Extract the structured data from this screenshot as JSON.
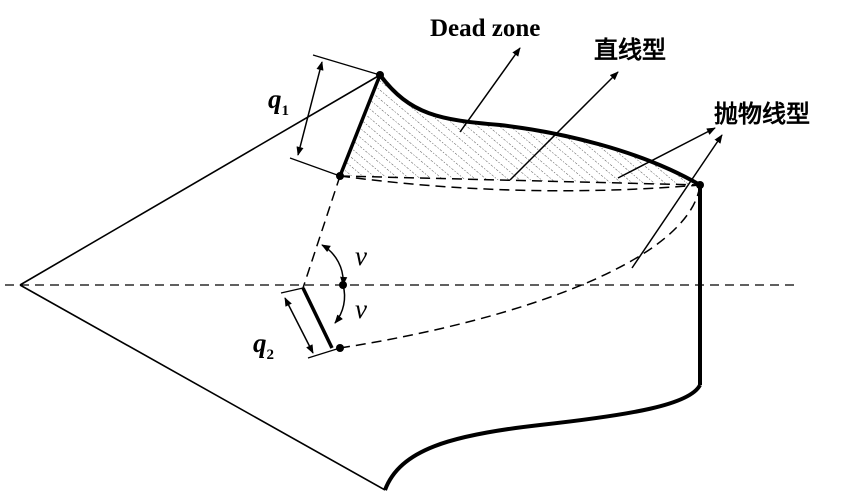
{
  "labels": {
    "dead_zone": "Dead zone",
    "straight_type": "直线型",
    "parabolic_type": "抛物线型",
    "q1_main": "q",
    "q1_sub": "1",
    "q2_main": "q",
    "q2_sub": "2",
    "angle_top": "v",
    "angle_bottom": "v"
  },
  "colors": {
    "stroke": "#000000",
    "background": "#ffffff",
    "hatch": "#555555"
  }
}
